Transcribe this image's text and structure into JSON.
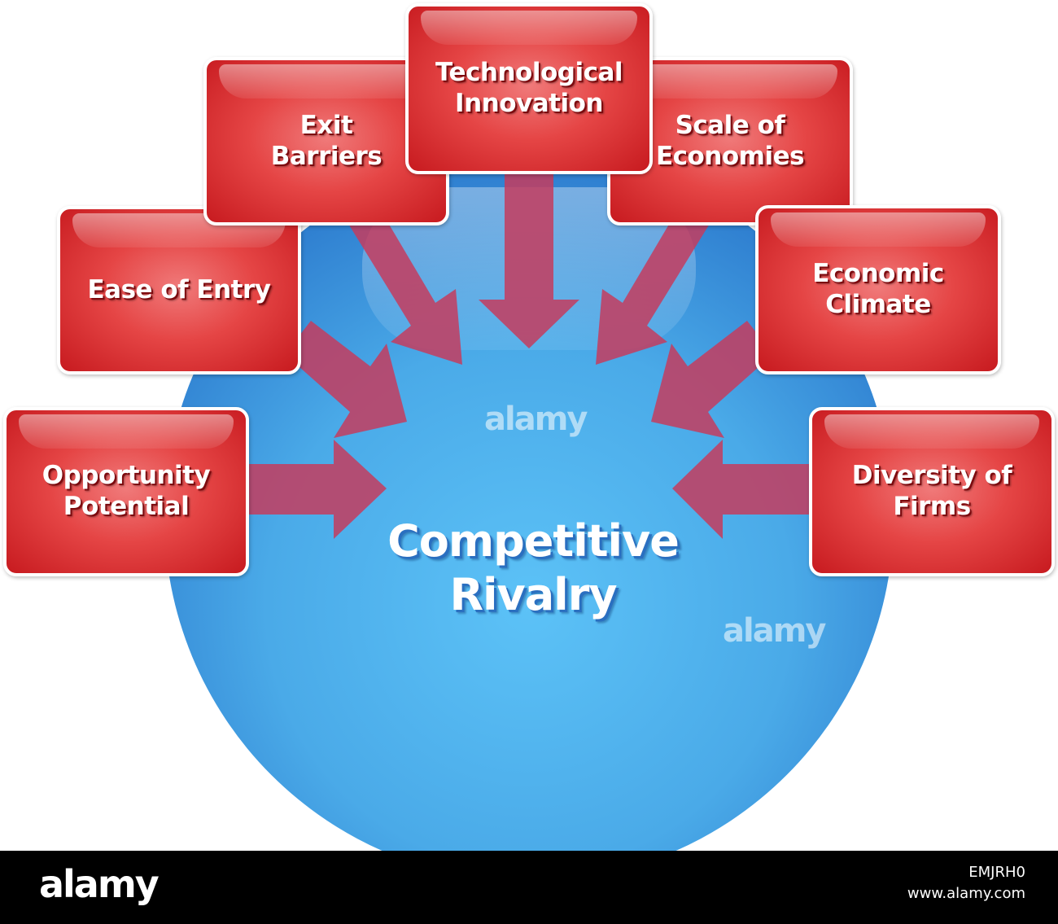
{
  "diagram": {
    "center": {
      "title": "Competitive\nRivalry"
    },
    "factors": [
      {
        "id": "opportunity",
        "label": "Opportunity\nPotential"
      },
      {
        "id": "ease",
        "label": "Ease of Entry"
      },
      {
        "id": "exit",
        "label": "Exit\nBarriers"
      },
      {
        "id": "tech",
        "label": "Technological\nInnovation"
      },
      {
        "id": "scale",
        "label": "Scale of\nEconomies"
      },
      {
        "id": "economic",
        "label": "Economic\nClimate"
      },
      {
        "id": "diversity",
        "label": "Diversity of\nFirms"
      }
    ],
    "colors": {
      "box": "#e33a3a",
      "box_border": "#ffffff",
      "arrow": "#c83c5c",
      "circle": "#4aaee8",
      "text": "#ffffff"
    }
  },
  "watermark": {
    "text": "alamy"
  },
  "footer": {
    "logo": "alamy",
    "image_id": "EMJRH0",
    "url": "www.alamy.com"
  }
}
